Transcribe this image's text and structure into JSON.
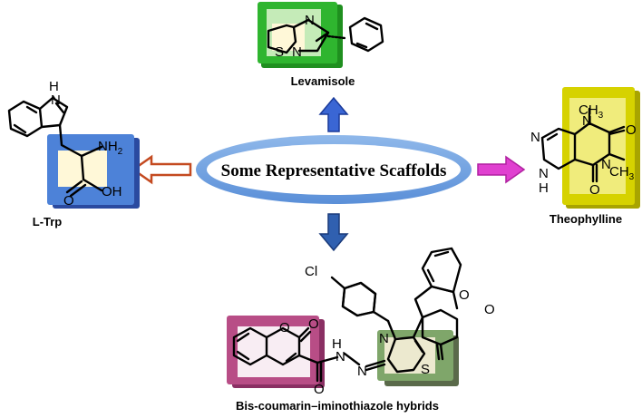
{
  "center_label": "Some Representative Scaffolds",
  "scaffolds": {
    "top": {
      "name": "Levamisole",
      "highlight": "#2fb52f",
      "arrow_color": "#3a66d4"
    },
    "left": {
      "name": "L-Trp",
      "highlight": "#4d82d8",
      "arrow_color": "#c44a20"
    },
    "right": {
      "name": "Theophylline",
      "highlight": "#d6d200",
      "arrow_color": "#e040d0"
    },
    "bottom": {
      "name": "Bis-coumarin–iminothiazole hybrids",
      "highlight_coumarin": "#b84d86",
      "highlight_thiazole": "#7fa66a",
      "arrow_color": "#3060b0"
    }
  },
  "atom_labels": {
    "levamisole": {
      "n1": "N",
      "n2": "N",
      "s": "S"
    },
    "trp": {
      "nh": "H",
      "nh_n": "N",
      "nh2": "NH",
      "nh2_sub": "2",
      "oh": "OH",
      "o": "O"
    },
    "theophylline": {
      "n7": "N",
      "n9": "N",
      "h": "H",
      "n1": "N",
      "n3": "N",
      "ch3a": "CH",
      "ch3a_sub": "3",
      "ch3b": "CH",
      "ch3b_sub": "3",
      "o1": "O",
      "o2": "O"
    },
    "hybrid": {
      "cl": "Cl",
      "o_ring1": "O",
      "o_c1": "O",
      "o_ring2": "O",
      "o_c2": "O",
      "o_amide": "O",
      "n_thz": "N",
      "s_thz": "S",
      "n_imine": "N",
      "n_hydr": "N",
      "h_hydr": "H"
    }
  }
}
